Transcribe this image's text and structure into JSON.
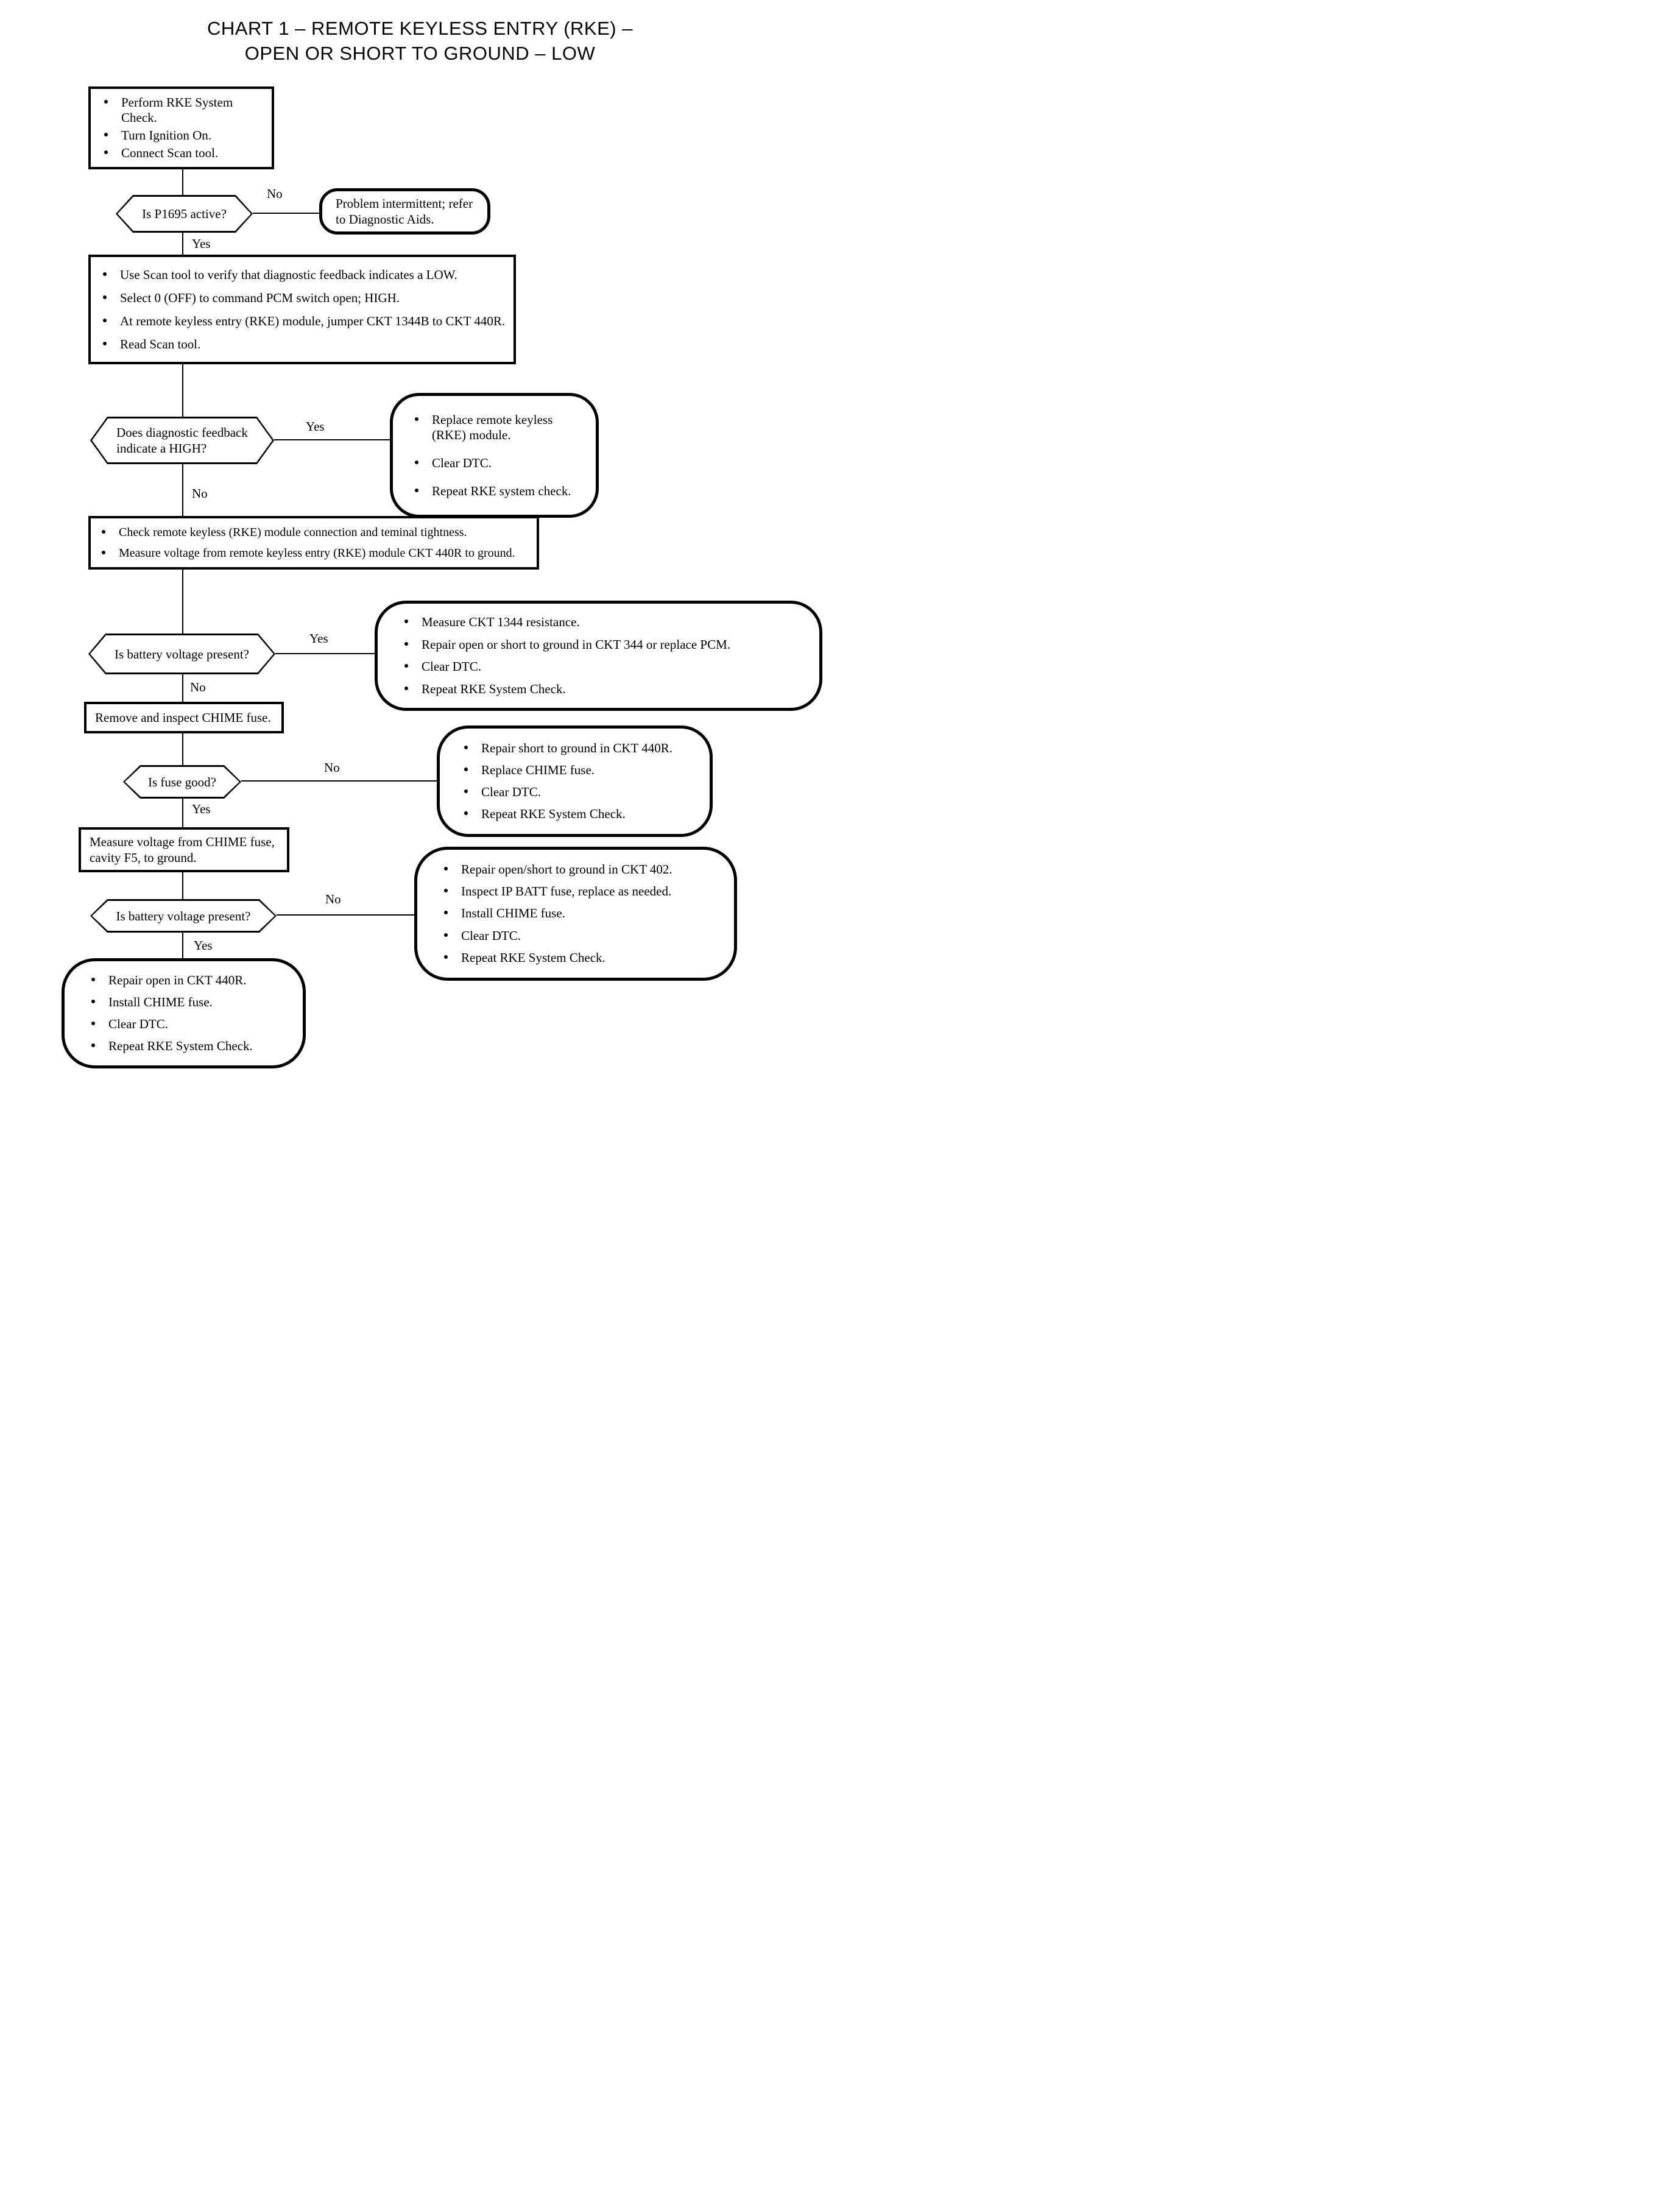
{
  "title": {
    "line1": "CHART 1 – REMOTE KEYLESS ENTRY (RKE) –",
    "line2": "OPEN OR SHORT TO GROUND – LOW"
  },
  "boxes": {
    "start": {
      "bullets": [
        "Perform RKE System Check.",
        "Turn Ignition On.",
        "Connect Scan tool."
      ]
    },
    "verify": {
      "bullets": [
        "Use Scan tool to verify that diagnostic feedback indicates a LOW.",
        "Select 0 (OFF) to command PCM switch open; HIGH.",
        "At remote keyless entry (RKE) module, jumper CKT 1344B to CKT 440R.",
        "Read Scan tool."
      ]
    },
    "check_module": {
      "bullets": [
        "Check remote keyless (RKE) module connection and teminal tightness.",
        "Measure voltage from remote keyless entry (RKE) module CKT 440R to ground."
      ]
    },
    "remove_fuse": {
      "text": "Remove and inspect CHIME fuse."
    },
    "measure_chime": {
      "line1": "Measure voltage from CHIME fuse,",
      "line2": "cavity F5, to ground."
    }
  },
  "decisions": {
    "p1695": {
      "text": "Is P1695 active?",
      "yes": "Yes",
      "no": "No"
    },
    "feedback_high": {
      "line1": "Does diagnostic feedback",
      "line2": "indicate a HIGH?",
      "yes": "Yes",
      "no": "No"
    },
    "batt_voltage_1": {
      "text": "Is battery voltage present?",
      "yes": "Yes",
      "no": "No"
    },
    "fuse_good": {
      "text": "Is fuse good?",
      "yes": "Yes",
      "no": "No"
    },
    "batt_voltage_2": {
      "text": "Is battery voltage present?",
      "yes": "Yes",
      "no": "No"
    }
  },
  "terminals": {
    "intermittent": {
      "line1": "Problem intermittent; refer",
      "line2": "to Diagnostic Aids."
    },
    "replace_module": {
      "bullets": [
        "Replace remote keyless (RKE) module.",
        "Clear DTC.",
        "Repeat RKE system check."
      ]
    },
    "ckt1344": {
      "bullets": [
        "Measure CKT 1344 resistance.",
        "Repair open or short to ground in CKT 344 or replace PCM.",
        "Clear DTC.",
        "Repeat RKE System Check."
      ]
    },
    "short_440r": {
      "bullets": [
        "Repair short to ground in CKT 440R.",
        "Replace CHIME fuse.",
        "Clear DTC.",
        "Repeat RKE System Check."
      ]
    },
    "ckt402": {
      "bullets": [
        "Repair open/short to ground in CKT 402.",
        "Inspect IP BATT fuse, replace as needed.",
        "Install CHIME fuse.",
        "Clear DTC.",
        "Repeat RKE System Check."
      ]
    },
    "open_440r": {
      "bullets": [
        "Repair open in CKT 440R.",
        "Install CHIME fuse.",
        "Clear DTC.",
        "Repeat RKE System Check."
      ]
    }
  }
}
